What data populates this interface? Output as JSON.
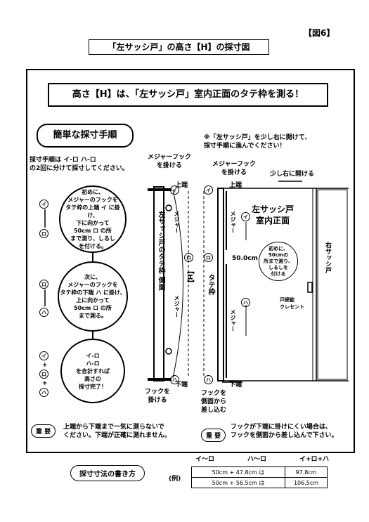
{
  "figure_label": "【図6】",
  "title": "「左サッシ戸」の高さ【H】の採寸図",
  "headline": "高さ【H】は、「左サッシ戸」室内正面のタテ枠を測る！",
  "section": "簡単な採寸手順",
  "steps_intro": "採寸手順は イ-ロ ハ-ロ\nの2回に分けて採寸してください。",
  "circle1": "初めに、\nメジャーのフックを\nタテ枠の上端 イ に掛け、\n下に向かって\n50cm ロ の所\nまで測り、しるし\nを付ける。",
  "circle2": "次に、\nメジャーのフックを\nタテ枠の下端 ハ に掛け、\n上に向かって\n50cm ロ の所\nまで測る。",
  "circle3": "イ-ロ\nハ-ロ\nを合計すれば\n高さの\n採寸完了！",
  "marks": {
    "i": "イ",
    "ro": "ロ",
    "ha": "ハ",
    "plus": "+"
  },
  "note_top": "※「左サッシ戸」を少し右に開けて、\n採寸手順に進んでください！",
  "hook_top_left": "メジャーフック\nを掛ける",
  "hook_top_right": "メジャーフック\nを掛ける",
  "top_end": "上端",
  "bottom_end": "下端",
  "open_right": "少し右に開ける",
  "left_door_side": "左サッシ戸のタテ枠 側面",
  "height_label": "【H】",
  "measure": "メジャー",
  "frame_label": "タテ枠",
  "left_door_front": "左サッシ戸\n室内正面",
  "value_50": "50.0cm",
  "circle_small": "初めに、\n50cmの\n所まで測り、\nしるしを\n付ける",
  "right_door": "右サッシ戸",
  "lock": "戸締錠\nクレセント",
  "hook_bottom_left": "フックを\n掛ける",
  "hook_bottom_right": "フックを\n側面から\n差し込む",
  "important": "重 要",
  "important1": "上端から下端まで一気に測らないで\nください。下端が正確に測れません。",
  "important2": "フックが下端に掛けにくい場合は、\nフックを側面から差し込んで下さい。",
  "howto": "採寸寸法の書き方",
  "example": "(例)",
  "table_headers": [
    "イ〜ロ",
    "ハ〜ロ",
    "イ+ロ+ハ"
  ],
  "rows": [
    [
      "50cm",
      "+",
      "47.8cm",
      "は",
      "97.8cm"
    ],
    [
      "50cm",
      "+",
      "56.5cm",
      "は",
      "106.5cm"
    ]
  ]
}
